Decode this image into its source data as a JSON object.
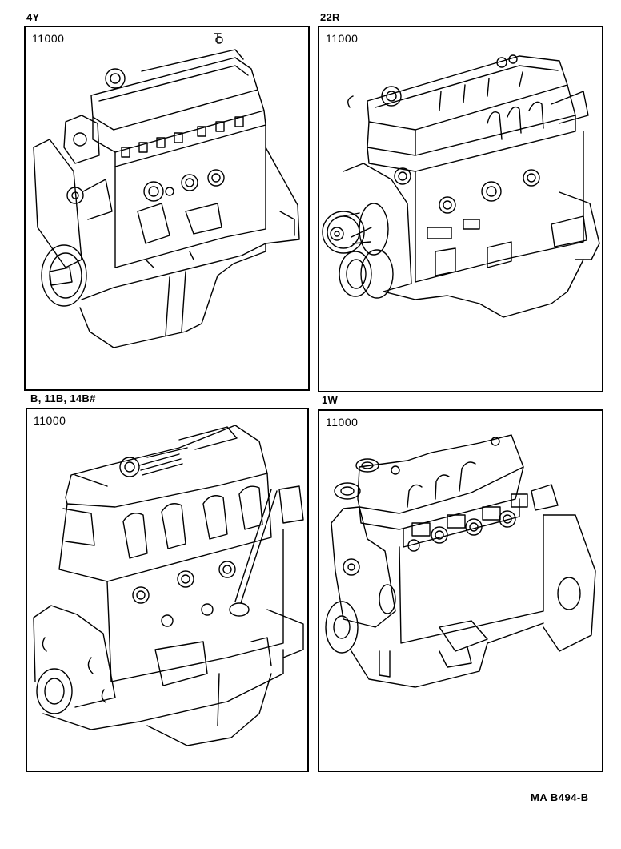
{
  "panels": [
    {
      "engine_label": "4Y",
      "part_number": "11000",
      "illustration": "4Y engine assembly partial (short block with cylinder head, water pump pulley)"
    },
    {
      "engine_label": "22R",
      "part_number": "11000",
      "illustration": "22R engine assembly partial (fan clutch, crankshaft pulleys)"
    },
    {
      "engine_label": "B, 11B, 14B#",
      "part_number": "11000",
      "illustration": "B / 11B / 14B engine assembly partial (timing cover, dipstick tube)"
    },
    {
      "engine_label": "1W",
      "part_number": "11000",
      "illustration": "1W engine assembly partial (flywheel housing, oil pan)"
    }
  ],
  "footer": {
    "reference_code": "MA B494-B"
  }
}
